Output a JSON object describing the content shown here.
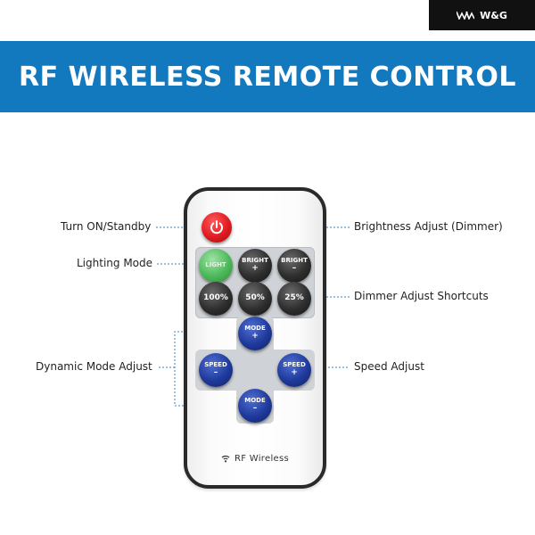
{
  "brand": {
    "name": "W&G"
  },
  "banner": {
    "title": "RF WIRELESS REMOTE CONTROL"
  },
  "remote": {
    "power_button": {
      "icon": "power-icon"
    },
    "light_button": {
      "label": "LIGHT"
    },
    "bright_up": {
      "label": "BRIGHT",
      "sign": "+"
    },
    "bright_down": {
      "label": "BRIGHT",
      "sign": "–"
    },
    "dimmer": [
      {
        "label": "100%"
      },
      {
        "label": "50%"
      },
      {
        "label": "25%"
      }
    ],
    "mode_up": {
      "label": "MODE",
      "sign": "+"
    },
    "mode_down": {
      "label": "MODE",
      "sign": "–"
    },
    "speed_down": {
      "label": "SPEED",
      "sign": "–"
    },
    "speed_up": {
      "label": "SPEED",
      "sign": "+"
    },
    "footer": {
      "text": "RF Wireless",
      "icon": "wireless-signal-icon"
    }
  },
  "callouts": {
    "turn_on": "Turn ON/Standby",
    "lighting_mode": "Lighting Mode",
    "brightness": "Brightness Adjust (Dimmer)",
    "dimmer_shortcuts": "Dimmer Adjust Shortcuts",
    "dynamic_mode": "Dynamic Mode Adjust",
    "speed_adjust": "Speed Adjust"
  },
  "colors": {
    "banner": "#1379bf",
    "leader_lines": "#3a86c4",
    "power": "#e01b22",
    "light": "#4cb85a",
    "mode_speed": "#1f3a9c",
    "dark_buttons": "#2e2e2e"
  }
}
